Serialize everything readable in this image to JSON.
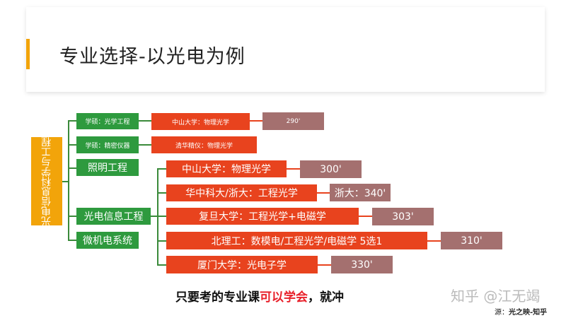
{
  "title": "专业选择-以光电为例",
  "root": "光电信息科学与工程",
  "majors": {
    "m1": "学硕：光学工程",
    "m2": "学硕：精密仪器",
    "m3": "照明工程",
    "m4": "光电信息工程",
    "m5": "微机电系统"
  },
  "schools": {
    "s1": "中山大学：物理光学",
    "s2": "清华精仪：物理光学",
    "s3": "中山大学：物理光学",
    "s4": "华中科大/浙大：工程光学",
    "s5": "复旦大学：工程光学+电磁学",
    "s6": "北理工：数模电/工程光学/电磁学 5选1",
    "s7": "厦门大学：光电子学"
  },
  "scores": {
    "c1": "290'",
    "c3": "300'",
    "c4": "浙大：340'",
    "c5": "303'",
    "c6": "310'",
    "c7": "330'"
  },
  "footer": {
    "before": "只要考的专业课",
    "highlight": "可以学会",
    "after": "，就冲"
  },
  "watermark": "知乎 @江无竭",
  "source": {
    "label": "源：",
    "name": "光之映-知乎"
  },
  "colors": {
    "accent": "#f2a40a",
    "green": "#2e9a3e",
    "red": "#e8431e",
    "mauve": "#a4706f",
    "highlight": "#e8202a"
  }
}
